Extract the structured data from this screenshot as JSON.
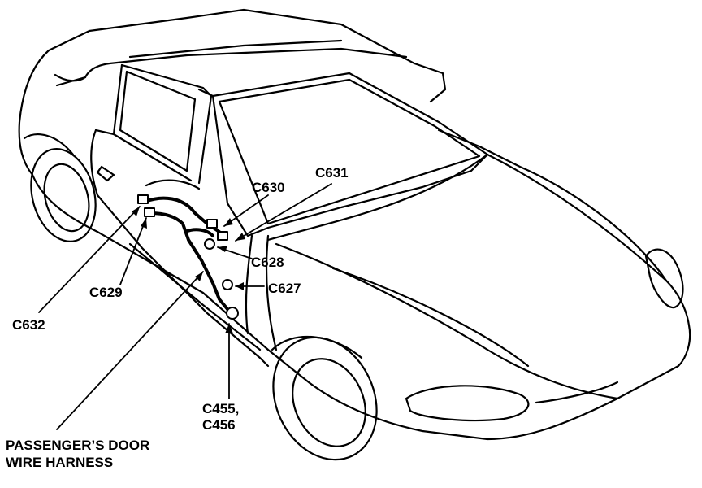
{
  "diagram": {
    "connectors": {
      "c631": "C631",
      "c630": "C630",
      "c628": "C628",
      "c627": "C627",
      "c629": "C629",
      "c632": "C632",
      "c455_line1": "C455,",
      "c455_line2": "C456"
    },
    "harness_label": {
      "line1": "PASSENGER’S DOOR",
      "line2": "WIRE HARNESS"
    }
  },
  "colors": {
    "ink": "#000000",
    "paper": "#ffffff"
  }
}
